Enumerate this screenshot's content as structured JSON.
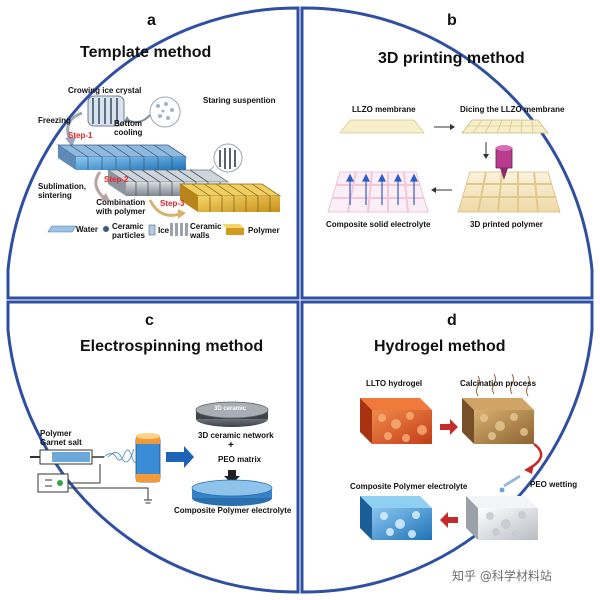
{
  "panels": {
    "a": {
      "letter": "a",
      "title": "Template method",
      "labels": {
        "crowing": "Crowing ice crystal",
        "staring": "Staring suspention",
        "freezing": "Freezing",
        "bottom_cooling": "Bottom\ncooling",
        "step1": "Step-1",
        "sublimation": "Sublimation,\nsintering",
        "step2": "Step-2",
        "combination": "Combination\nwith polymer",
        "step3": "Step-3"
      },
      "legend": {
        "water": "Water",
        "ceramic_particles": "Ceramic\nparticles",
        "ice": "Ice",
        "ceramic_walls": "Ceramic\nwalls",
        "polymer": "Polymer"
      }
    },
    "b": {
      "letter": "b",
      "title": "3D printing method",
      "labels": {
        "llzo_membrane": "LLZO membrane",
        "dicing": "Dicing the LLZO membrane",
        "composite_solid": "Composite solid electrolyte",
        "printed_polymer": "3D printed polymer"
      }
    },
    "c": {
      "letter": "c",
      "title": "Electrospinning method",
      "labels": {
        "polymer_garnet": "Polymer\nGarnet salt",
        "disk_text": "3D ceramic",
        "network": "3D ceramic network",
        "plus": "+",
        "peo_matrix": "PEO matrix",
        "composite_polymer": "Composite Polymer electrolyte"
      }
    },
    "d": {
      "letter": "d",
      "title": "Hydrogel method",
      "labels": {
        "llto_hydrogel": "LLTO hydrogel",
        "calcination": "Calcination process",
        "peo_wetting": "PEO wetting",
        "composite_polymer": "Composite Polymer electrolyte"
      }
    }
  },
  "watermark": "知乎 @科学材料站",
  "colors": {
    "frame": "#2f4fa0",
    "step_red": "#e5262b",
    "llto_orange": "#e4572a",
    "calcined_tan": "#b78a4a",
    "electrolyte_blue": "#3aa0d8",
    "polymer_gold": "#d9a521",
    "peo_blue": "#2e6ed1",
    "printer_magenta": "#a0287a"
  }
}
